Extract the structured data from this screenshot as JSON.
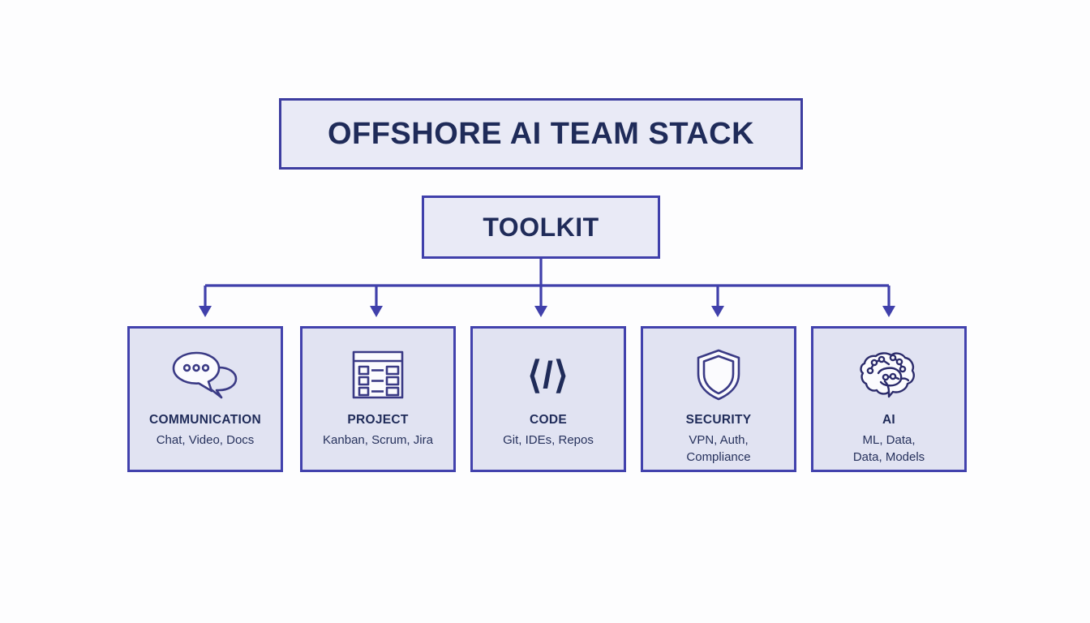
{
  "diagram": {
    "background_color": "#fdfdfe",
    "accent_color": "#4040ab",
    "text_color": "#1f2b59",
    "card_fill": "#e1e3f2",
    "box_fill": "#e9eaf6",
    "title": "OFFSHORE AI TEAM STACK",
    "subtitle_node": "TOOLKIT",
    "cards": [
      {
        "icon": "speech-bubbles-icon",
        "title": "COMMUNICATION",
        "subtitle": "Chat, Video, Docs"
      },
      {
        "icon": "kanban-board-icon",
        "title": "PROJECT",
        "subtitle": "Kanban, Scrum, Jira"
      },
      {
        "icon": "code-brackets-icon",
        "title": "CODE",
        "subtitle": "Git, IDEs, Repos",
        "glyph": "⟨/⟩"
      },
      {
        "icon": "shield-icon",
        "title": "SECURITY",
        "subtitle": "VPN, Auth,\nCompliance",
        "subtitle_line1": "VPN, Auth,",
        "subtitle_line2": "Compliance"
      },
      {
        "icon": "brain-network-icon",
        "title": "AI",
        "subtitle": "ML, Data,\nData, Models",
        "subtitle_line1": "ML, Data,",
        "subtitle_line2": "Data, Models"
      }
    ]
  }
}
